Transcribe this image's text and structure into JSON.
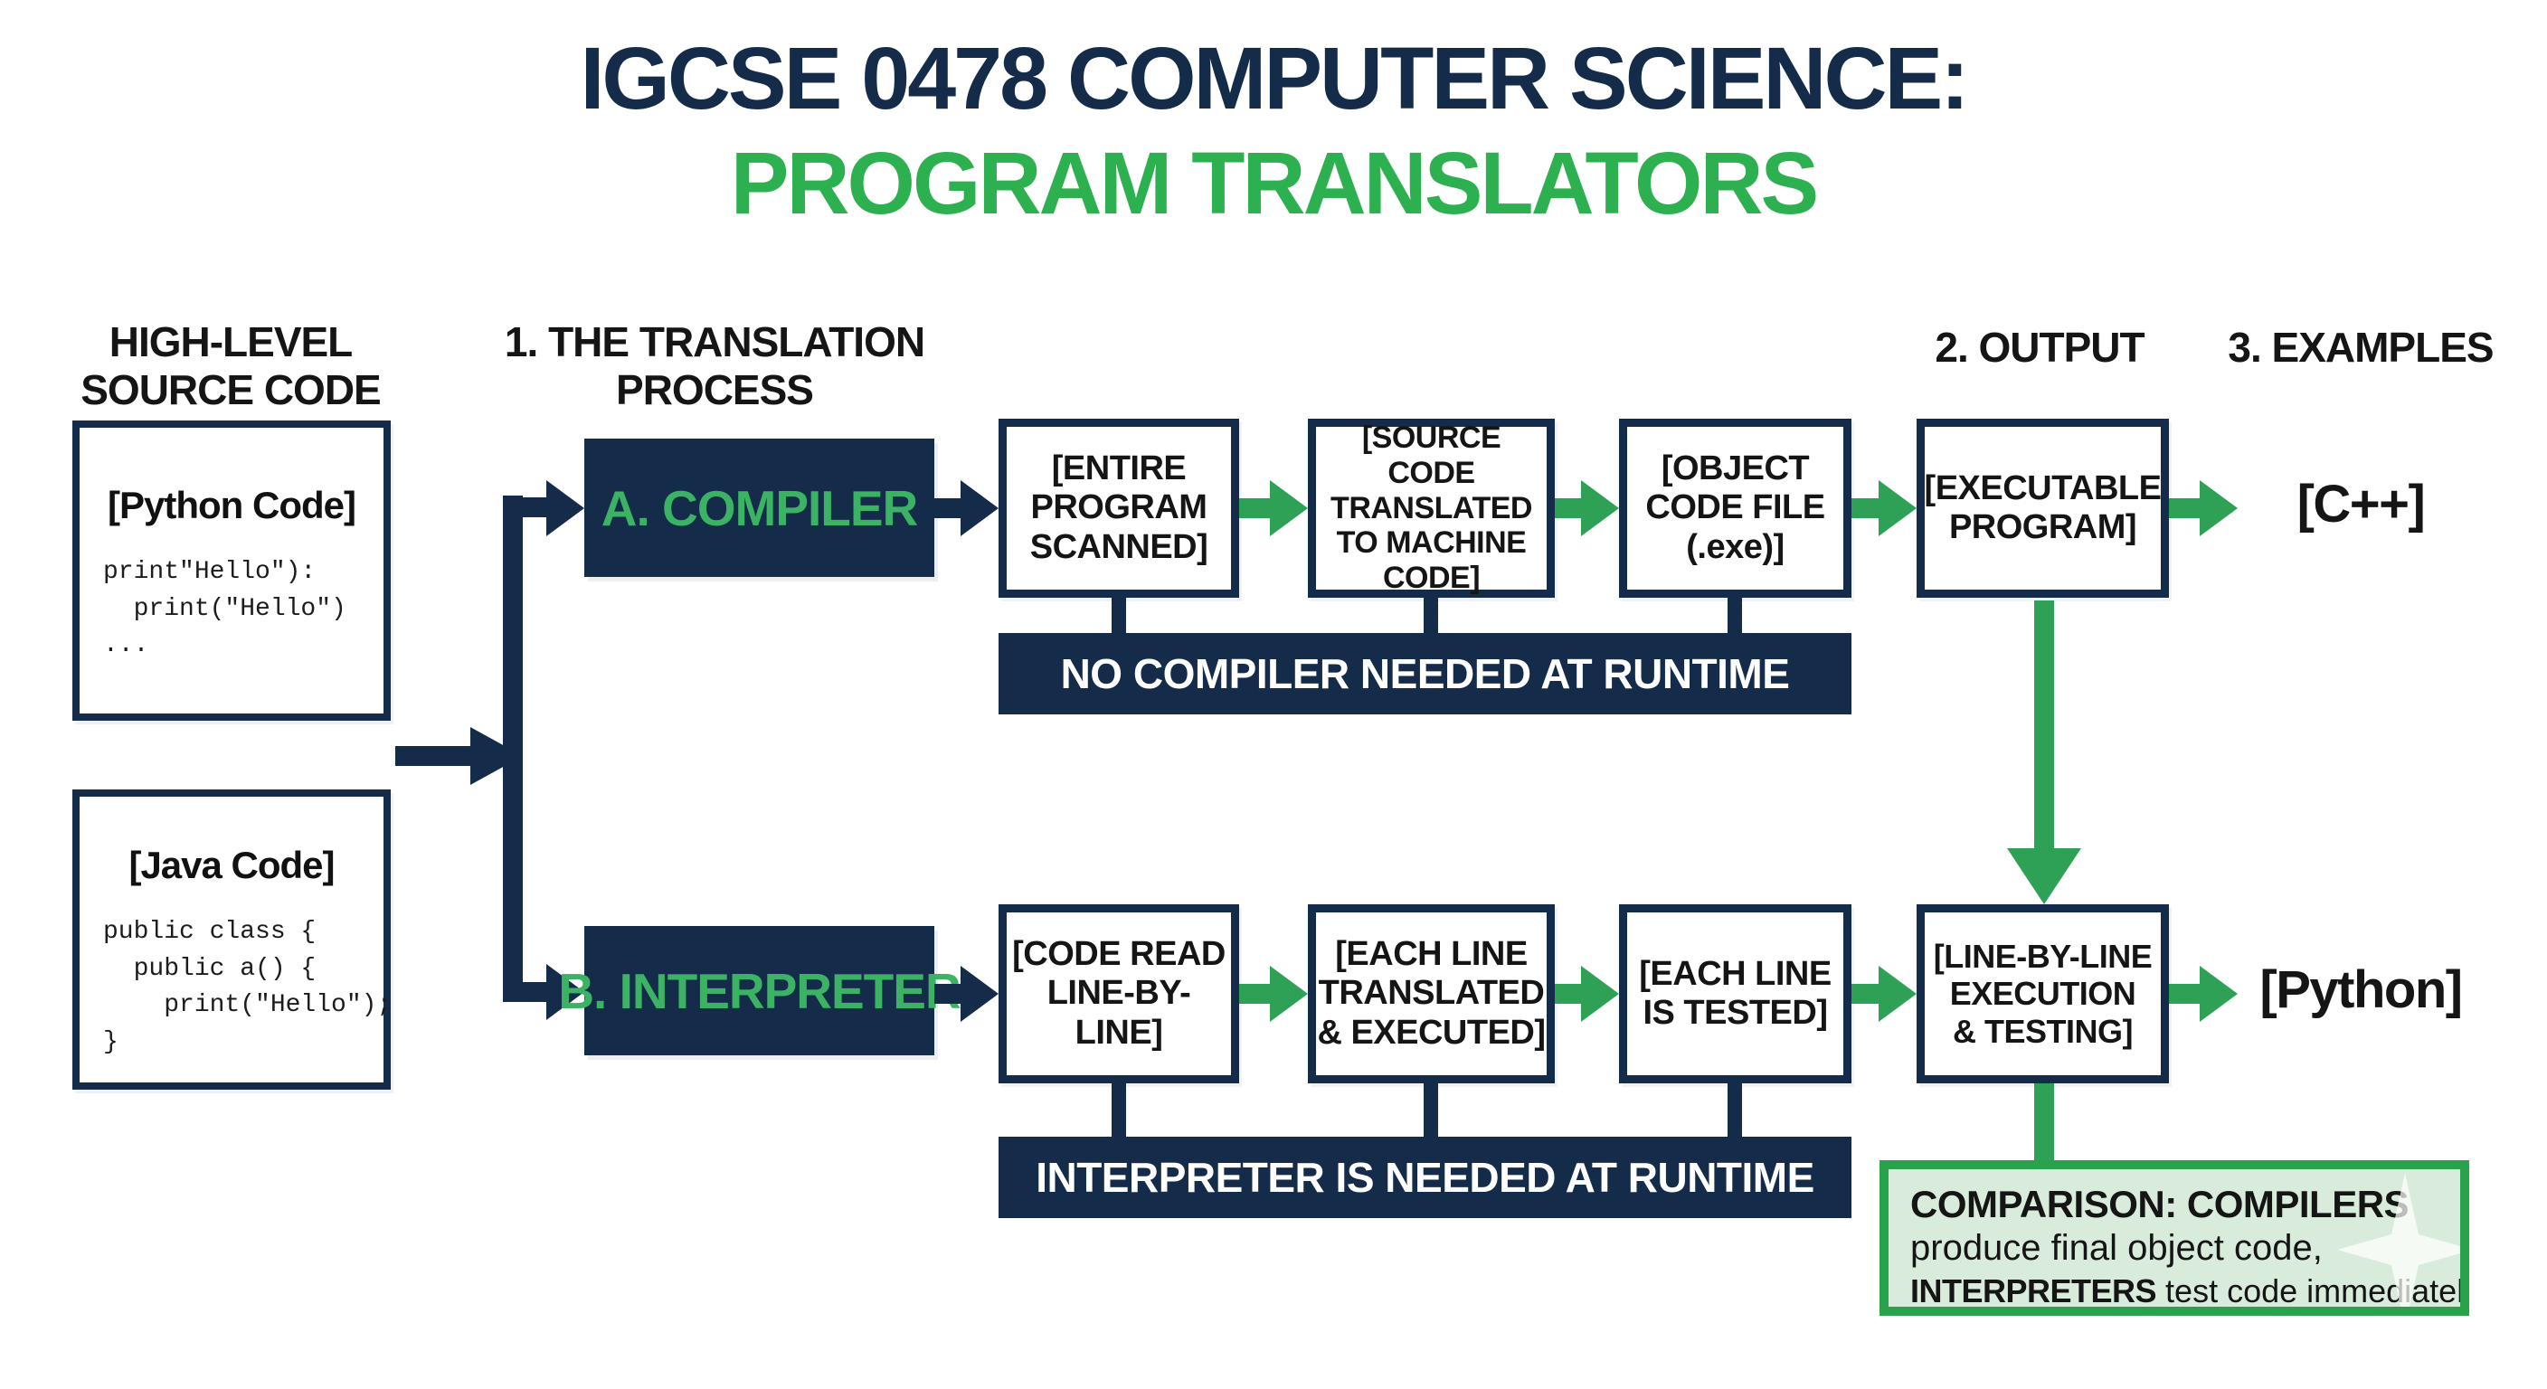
{
  "title": {
    "line1": "IGCSE 0478 COMPUTER SCIENCE:",
    "line2": "PROGRAM TRANSLATORS"
  },
  "column_headers": {
    "source": "HIGH-LEVEL\nSOURCE CODE",
    "process": "1. THE TRANSLATION\nPROCESS",
    "output": "2. OUTPUT",
    "examples": "3. EXAMPLES"
  },
  "source_boxes": {
    "python": {
      "title": "[Python Code]",
      "code": "print\"Hello\"):\n  print(\"Hello\")\n..."
    },
    "java": {
      "title": "[Java Code]",
      "code": "public class {\n  public a() {\n    print(\"Hello\");\n}"
    }
  },
  "compiler_row": {
    "label": "A. COMPILER",
    "steps": [
      "[ENTIRE\nPROGRAM\nSCANNED]",
      "[SOURCE CODE\nTRANSLATED\nTO MACHINE\nCODE]",
      "[OBJECT\nCODE FILE\n(.exe)]"
    ],
    "output": "[EXECUTABLE\nPROGRAM]",
    "example": "[C++]",
    "banner": "NO COMPILER NEEDED AT RUNTIME"
  },
  "interpreter_row": {
    "label": "B. INTERPRETER",
    "steps": [
      "[CODE READ\nLINE-BY-LINE]",
      "[EACH LINE\nTRANSLATED\n& EXECUTED]",
      "[EACH LINE\nIS TESTED]"
    ],
    "output": "[LINE-BY-LINE\nEXECUTION\n& TESTING]",
    "example": "[Python]",
    "banner": "INTERPRETER IS NEEDED AT RUNTIME"
  },
  "comparison": {
    "line1": "COMPARISON: COMPILERS",
    "line2": "produce final object code,",
    "line3_bold": "INTERPRETERS",
    "line3_rest": " test code immediately."
  },
  "colors": {
    "navy": "#142c49",
    "green_arrow": "#2ea157",
    "green_title": "#2db04f",
    "green_label": "#3bb264",
    "comparison_bg": "#d9ecdb",
    "comparison_border": "#28a34c",
    "text_dark": "#151515",
    "banner_text": "#ffffff"
  }
}
